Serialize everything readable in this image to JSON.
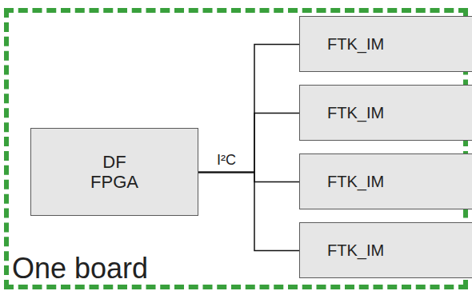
{
  "diagram": {
    "nodes": [
      {
        "text": [
          "One board"
        ]
      },
      {
        "text": [
          "DF FPGA"
        ],
        "in": 0
      },
      {
        "text": [
          "FTK_IM"
        ],
        "in": 0
      },
      {
        "text": [
          "FTK_IM"
        ],
        "in": 0
      },
      {
        "text": [
          "FTK_IM"
        ],
        "in": 0
      },
      {
        "text": [
          "FTK_IM"
        ],
        "in": 0
      }
    ],
    "edges": [
      {
        "from": 1,
        "to": 2,
        "arrow": "none",
        "label": "I²C"
      },
      {
        "from": 1,
        "to": 3,
        "arrow": "none"
      },
      {
        "from": 1,
        "to": 4,
        "arrow": "none"
      },
      {
        "from": 1,
        "to": 5,
        "arrow": "none"
      }
    ]
  }
}
